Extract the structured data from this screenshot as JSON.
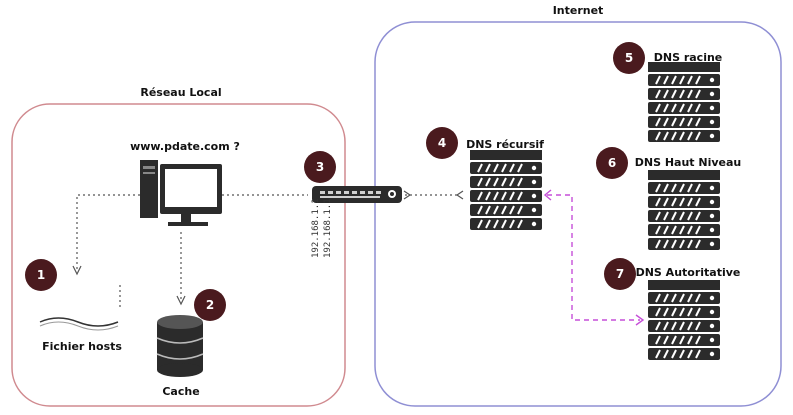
{
  "zones": {
    "local": {
      "title": "Réseau Local",
      "color": "#d08a8f"
    },
    "internet": {
      "title": "Internet",
      "color": "#8f8fd4"
    }
  },
  "labels": {
    "url": "www.pdate.com ?",
    "hosts": "Fichier hosts",
    "cache": "Cache",
    "resolver": "DNS récursif",
    "root": "DNS racine",
    "tld": "DNS Haut Niveau",
    "authoritative": "DNS Autoritative",
    "router_vertical": "192.168.1.1"
  },
  "badges": [
    "1",
    "2",
    "3",
    "4",
    "5",
    "6",
    "7"
  ],
  "colors": {
    "badge": "#4a1a1e",
    "server": "#2b2b2b",
    "dashed_link": "#c64fd8",
    "dotted_link": "#555555"
  }
}
